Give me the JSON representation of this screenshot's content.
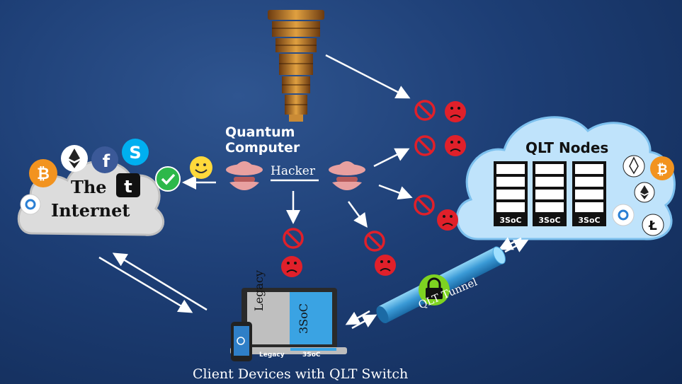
{
  "quantum_computer": {
    "label": "Quantum Computer"
  },
  "hacker": {
    "label": "Hacker"
  },
  "internet": {
    "title_line1": "The",
    "title_line2": "Internet"
  },
  "qlt_nodes": {
    "title": "QLT Nodes",
    "server_labels": [
      "3SoC",
      "3SoC",
      "3SoC"
    ]
  },
  "tunnel": {
    "label": "QLT Tunnel"
  },
  "client": {
    "label": "Client Devices with QLT Switch",
    "screen_legacy": "Legacy",
    "screen_3soc": "3SoC",
    "base_legacy": "Legacy",
    "base_3soc": "3SoC"
  },
  "icons": {
    "internet": [
      "bitcoin-icon",
      "ethereum-icon",
      "facebook-icon",
      "skype-icon",
      "tumblr-icon",
      "ripple-icon"
    ],
    "qlt": [
      "eos-icon",
      "bitcoin-icon",
      "ethereum-icon",
      "ripple-icon",
      "litecoin-icon"
    ],
    "status": [
      "check-icon",
      "happy-face-icon",
      "blocked-icon",
      "sad-face-icon",
      "lock-icon"
    ]
  },
  "colors": {
    "background": "#1d3e75",
    "blocked_red": "#e0202a",
    "check_green": "#2db84a",
    "tunnel_blue": "#4aa9e0",
    "lock_green": "#7ed321"
  }
}
